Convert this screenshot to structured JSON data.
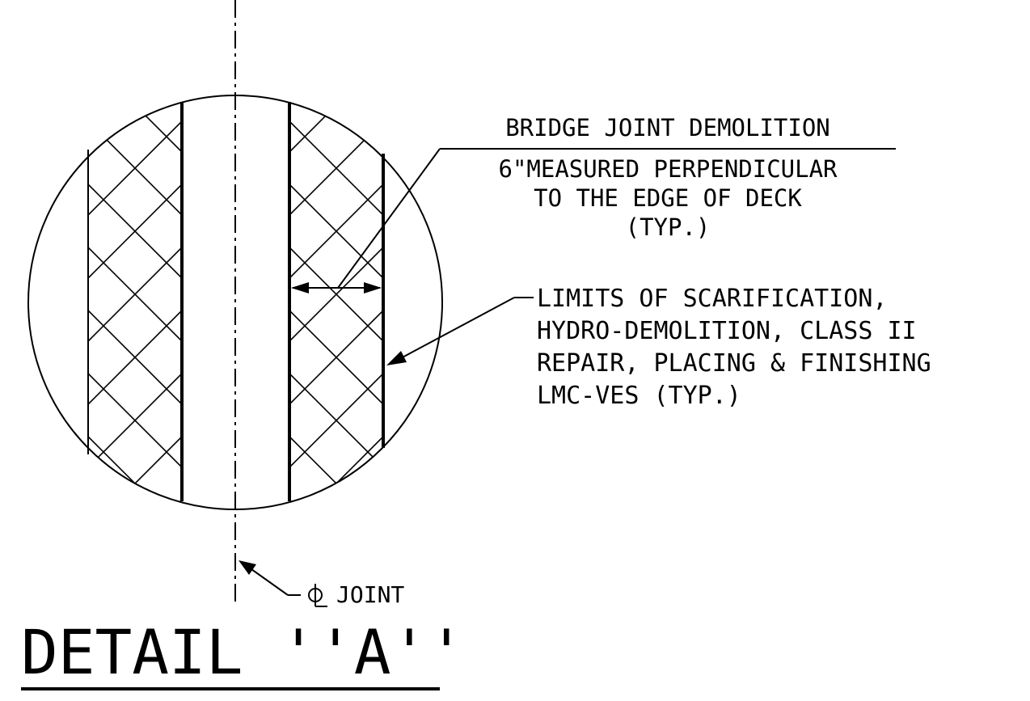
{
  "colors": {
    "ink": "#000000",
    "background": "#ffffff"
  },
  "detail": {
    "title": "DETAIL ''A''"
  },
  "callouts": {
    "bridge_joint_demolition": {
      "heading": "BRIDGE JOINT DEMOLITION",
      "line1": "6\"MEASURED PERPENDICULAR",
      "line2": "TO THE EDGE OF DECK",
      "line3": "(TYP.)"
    },
    "limits_of_scarification": {
      "line1": "LIMITS OF SCARIFICATION,",
      "line2": "HYDRO-DEMOLITION, CLASS II",
      "line3": "REPAIR, PLACING & FINISHING",
      "line4": "LMC-VES (TYP.)"
    },
    "centerline_joint": {
      "label": "JOINT",
      "symbol": "centerline-symbol"
    }
  }
}
